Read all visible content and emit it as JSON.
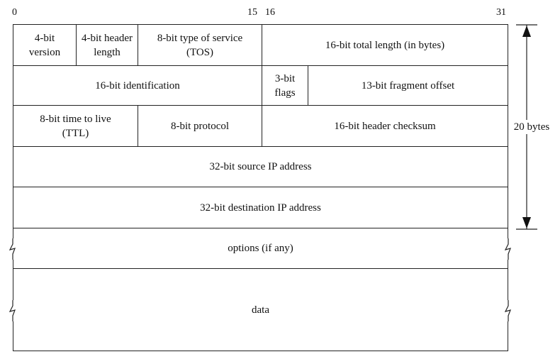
{
  "bit_numbers": {
    "b0": "0",
    "b15": "15",
    "b16": "16",
    "b31": "31"
  },
  "row1": {
    "version": "4-bit version",
    "header_length": "4-bit header length",
    "tos": "8-bit type of service (TOS)",
    "total_length": "16-bit total length (in bytes)"
  },
  "row2": {
    "identification": "16-bit identification",
    "flags": "3-bit flags",
    "fragment_offset": "13-bit fragment offset"
  },
  "row3": {
    "ttl": "8-bit time to live (TTL)",
    "protocol": "8-bit protocol",
    "checksum": "16-bit header checksum"
  },
  "row4": {
    "source": "32-bit source IP address"
  },
  "row5": {
    "destination": "32-bit destination IP address"
  },
  "row6": {
    "options": "options (if any)"
  },
  "row7": {
    "data": "data"
  },
  "header_size": "20 bytes"
}
